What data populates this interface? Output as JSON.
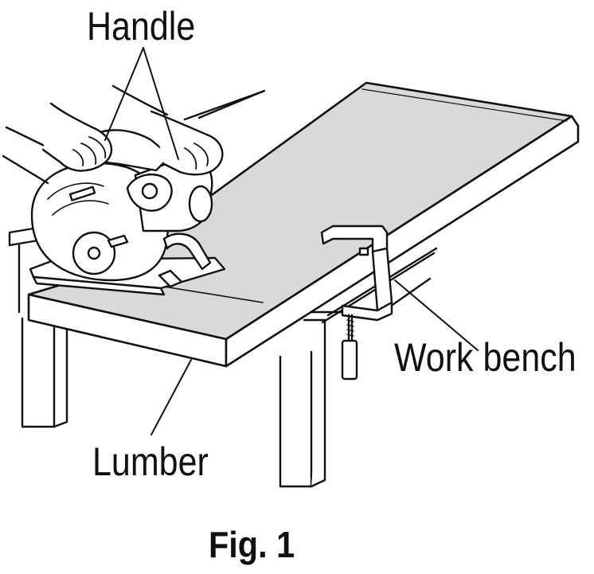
{
  "labels": {
    "handle": "Handle",
    "work_bench": "Work bench",
    "lumber": "Lumber"
  },
  "caption": "Fig. 1",
  "colors": {
    "line": "#111111",
    "lumber_fill": "#d9d9d9",
    "background": "#ffffff"
  },
  "icons": {
    "saw": "circular-saw-illustration",
    "clamp": "c-clamp-illustration"
  }
}
